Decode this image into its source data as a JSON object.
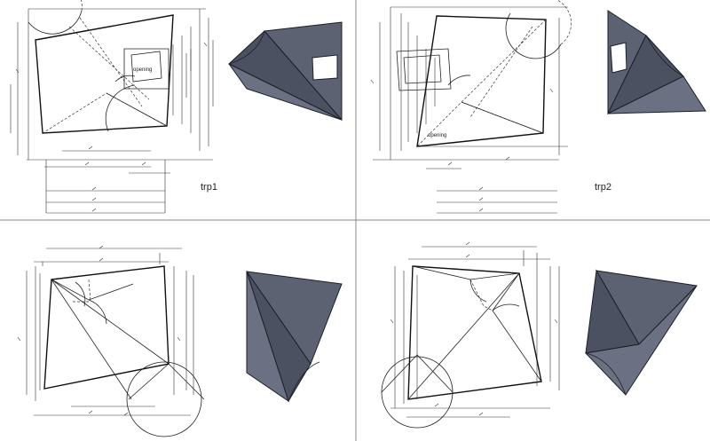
{
  "panels": [
    {
      "id": "trp1",
      "label": "trp1",
      "annotations": [
        "opening"
      ]
    },
    {
      "id": "trp2",
      "label": "trp2",
      "annotations": [
        "opening"
      ]
    },
    {
      "id": "bottom-left",
      "label": ""
    },
    {
      "id": "bottom-right",
      "label": ""
    }
  ],
  "colors": {
    "model_face": "#5d6272",
    "model_edge": "#1c1f28",
    "line": "#222222",
    "divider": "#999999"
  }
}
